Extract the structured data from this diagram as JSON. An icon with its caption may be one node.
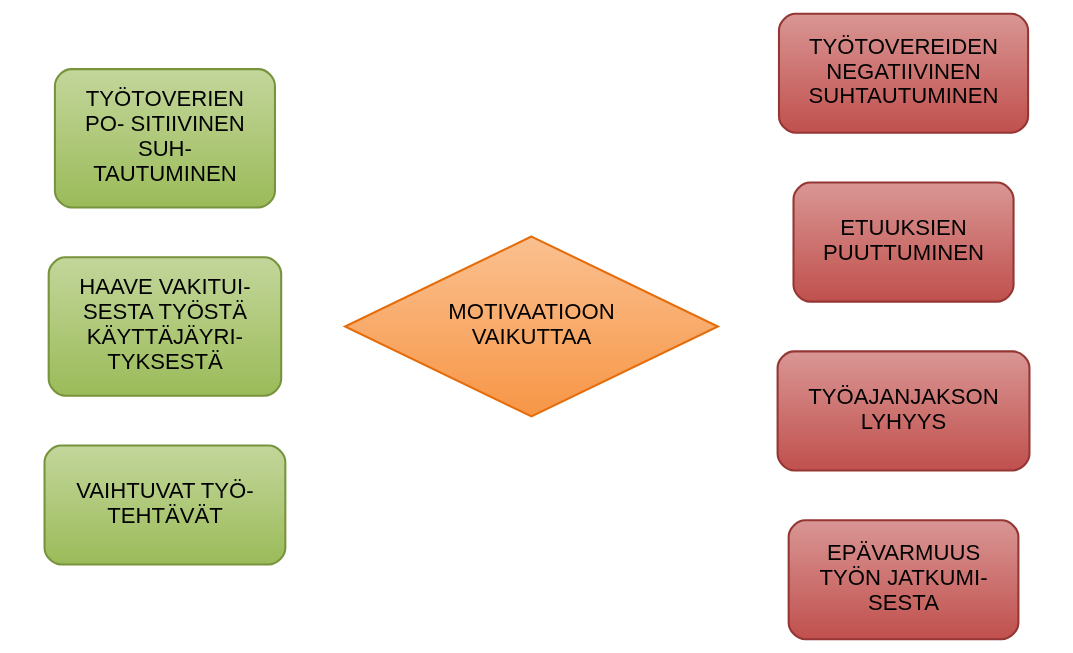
{
  "diagram": {
    "nodes": [
      {
        "text": [
          "TYÖTOVERIEN PO- SITIIVINEN SUH- TAUTUMINEN"
        ]
      },
      {
        "text": [
          "TYÖTOVEREIDEN NEGATIIVINEN SUHTAUTUMINEN"
        ]
      },
      {
        "text": [
          "ETUUKSIEN PUUTTUMINEN"
        ]
      },
      {
        "text": [
          "HAAVE VAKITUI- SESTA TYÖSTÄ KÄYTTÄJÄYRI- TYKSESTÄ"
        ]
      },
      {
        "text": [
          "MOTIVAATIOON VAIKUTTAA"
        ]
      },
      {
        "text": [
          "TYÖAJANJAKSON LYHYYS"
        ]
      },
      {
        "text": [
          "VAIHTUVAT TYÖ- TEHTÄVÄT"
        ]
      },
      {
        "text": [
          "EPÄVARMUUS TYÖN JATKUMI- SESTA"
        ]
      }
    ],
    "edges": []
  }
}
